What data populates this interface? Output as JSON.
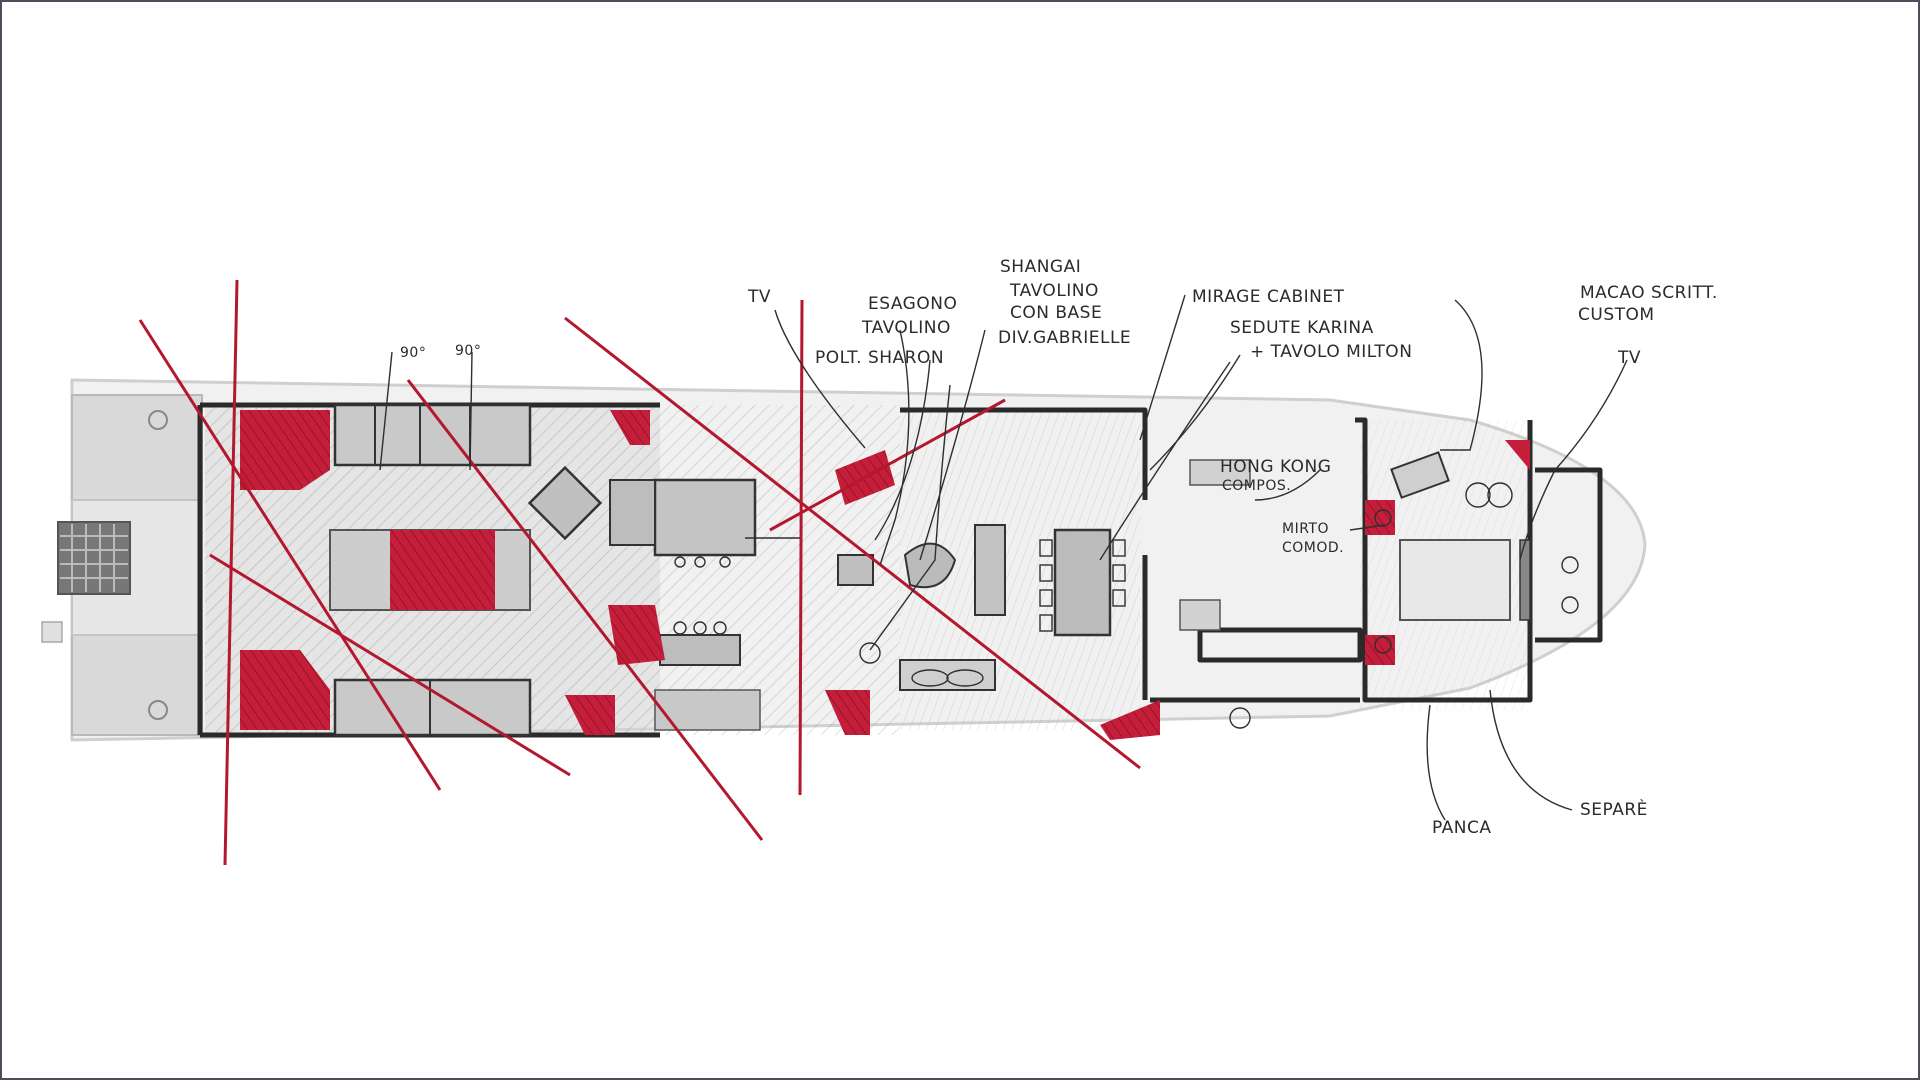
{
  "labels": {
    "tv_left": "TV",
    "esagono_1": "ESAGONO",
    "esagono_2": "TAVOLINO",
    "shangai_1": "SHANGAI",
    "shangai_2": "TAVOLINO",
    "shangai_3": "CON BASE",
    "div_gabrielle": "DIV.GABRIELLE",
    "polt_sharon": "POLT. SHARON",
    "mirage_cabinet": "MIRAGE CABINET",
    "sedute_karina": "SEDUTE KARINA",
    "tavolo_milton": "+ TAVOLO MILTON",
    "hong_kong_1": "HONG KONG",
    "hong_kong_2": "COMPOS.",
    "macao_1": "MACAO SCRITT.",
    "macao_2": "CUSTOM",
    "tv_right": "TV",
    "mirto_1": "MIRTO",
    "mirto_2": "COMOD.",
    "angle_1": "90°",
    "angle_2": "90°",
    "panca": "PANCA",
    "separe": "SEPARÈ"
  },
  "colors": {
    "accent_red": "#c41e3a",
    "ink": "#2a2a2a",
    "shade": "#c8c8c8",
    "frame": "#4a4d5a"
  }
}
